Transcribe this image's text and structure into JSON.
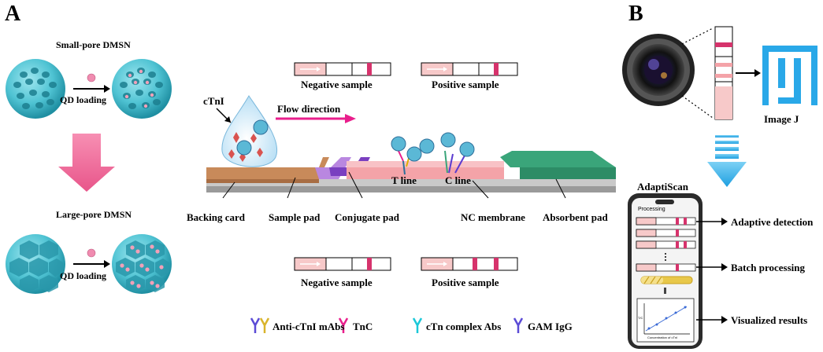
{
  "panel_a": {
    "label": "A",
    "small_pore": "Small-pore DMSN",
    "large_pore": "Large-pore DMSN",
    "qd_loading_top": "QD loading",
    "qd_loading_bottom": "QD loading"
  },
  "strip": {
    "ctni": "cTnI",
    "flow_direction": "Flow direction",
    "t_line": "T line",
    "c_line": "C line",
    "backing_card": "Backing card",
    "sample_pad": "Sample pad",
    "conjugate_pad": "Conjugate pad",
    "nc_membrane": "NC membrane",
    "absorbent_pad": "Absorbent pad",
    "negative_top": "Negative sample",
    "positive_top": "Positive sample",
    "negative_bottom": "Negative sample",
    "positive_bottom": "Positive sample"
  },
  "legend": {
    "item1": "Anti-cTnI mAbs",
    "item2": "TnC",
    "item3": "cTn complex Abs",
    "item4": "GAM IgG"
  },
  "panel_b": {
    "label": "B",
    "image_j": "Image J",
    "adaptiscan": "AdaptiScan",
    "processing": "Processing",
    "adaptive_detection": "Adaptive detection",
    "batch_processing": "Batch processing",
    "visualized_results": "Visualized results",
    "graph_xlabel": "Concentration of cTnI",
    "graph_ylabel": "T/C"
  },
  "colors": {
    "teal": "#4fc3d3",
    "pink": "#e05a8f",
    "magenta": "#e91e8c",
    "backing": "#c88a5a",
    "nc": "#f4a3a8",
    "absorbent": "#3aa57a",
    "conjugate": "#9b59d0",
    "blue_arrow": "#29a8e8"
  }
}
